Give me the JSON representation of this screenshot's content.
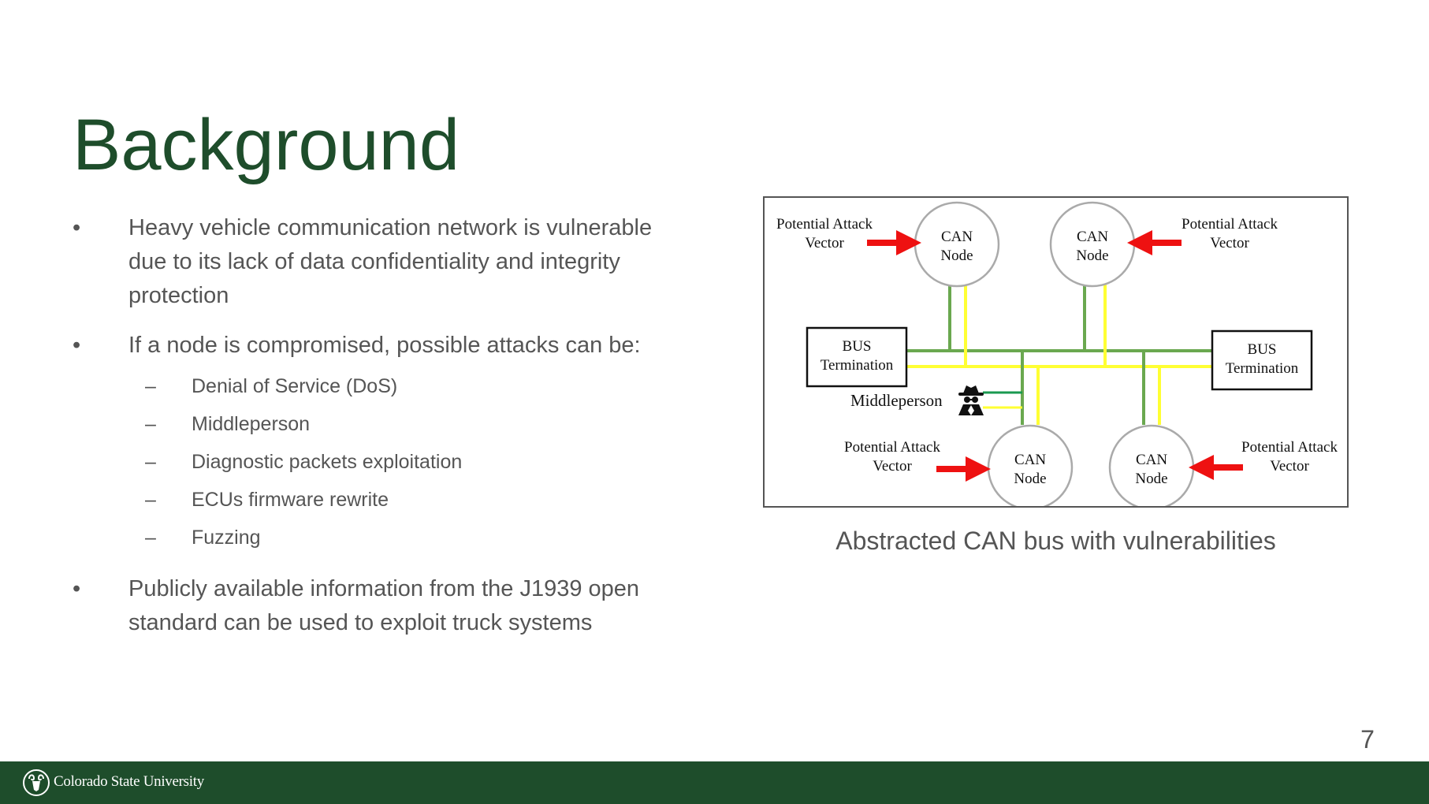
{
  "slide": {
    "title": "Background",
    "page_number": "7"
  },
  "bullets": [
    {
      "text": "Heavy vehicle communication network is vulnerable due to its lack of data confidentiality and integrity protection"
    },
    {
      "text": "If a node is compromised, possible attacks can be:",
      "sub_items": [
        "Denial of Service (DoS)",
        "Middleperson",
        "Diagnostic packets exploitation",
        "ECUs firmware rewrite",
        "Fuzzing"
      ]
    },
    {
      "text": "Publicly available information from the J1939 open standard can be used to exploit truck systems"
    }
  ],
  "bullet_marker": "•",
  "dash_marker": "–",
  "diagram": {
    "node_label_top": "CAN",
    "node_label_bottom": "Node",
    "attack_line1": "Potential Attack",
    "attack_line2": "Vector",
    "bus_label_top": "BUS",
    "bus_label_bottom": "Termination",
    "middleperson_label": "Middleperson",
    "colors": {
      "can_high": "#6aa84f",
      "can_low": "#ffff33",
      "attack_arrow": "#ee1111",
      "middleperson_line": "#1a9950",
      "node_outline": "#aaaaaa"
    }
  },
  "caption": "Abstracted CAN bus with vulnerabilities",
  "footer": {
    "university": "Colorado State University",
    "logo_icon": "ram-head-icon",
    "color": "#1e4d2b"
  }
}
